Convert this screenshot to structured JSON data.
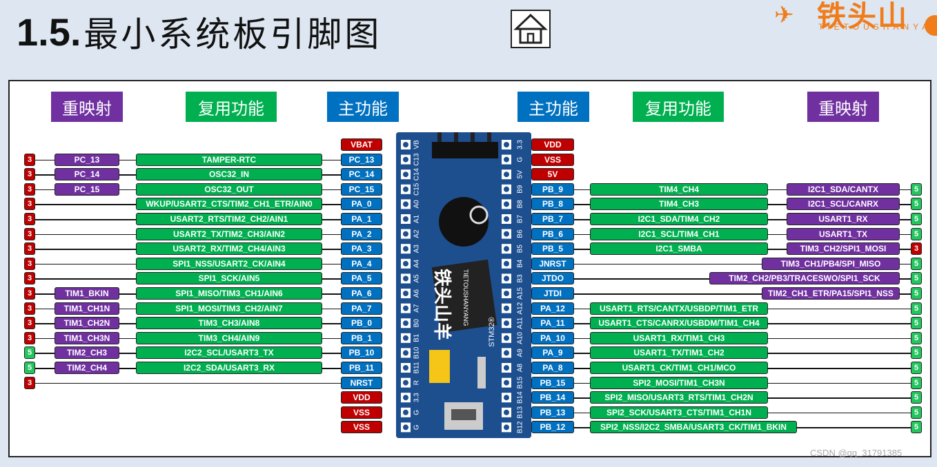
{
  "title": {
    "number": "1.5.",
    "text": "最小系统板引脚图"
  },
  "home_button": "home",
  "logo": {
    "name": "铁头山羊",
    "sub": "TIETOUSHANYANG"
  },
  "headers": {
    "left_remap": "重映射",
    "left_alt": "复用功能",
    "left_main": "主功能",
    "right_main": "主功能",
    "right_alt": "复用功能",
    "right_remap": "重映射"
  },
  "colors": {
    "purple": "#7030a0",
    "green": "#00b050",
    "blue": "#0070c0",
    "red": "#c00000",
    "board": "#1d4f8f"
  },
  "left_pins": [
    {
      "main": "VBAT",
      "color": "red"
    },
    {
      "main": "PC_13",
      "alt": "TAMPER-RTC",
      "remap": "PC_13",
      "tol": "3"
    },
    {
      "main": "PC_14",
      "alt": "OSC32_IN",
      "remap": "PC_14",
      "tol": "3"
    },
    {
      "main": "PC_15",
      "alt": "OSC32_OUT",
      "remap": "PC_15",
      "tol": "3"
    },
    {
      "main": "PA_0",
      "alt": "WKUP/USART2_CTS/TIM2_CH1_ETR/AIN0",
      "tol": "3"
    },
    {
      "main": "PA_1",
      "alt": "USART2_RTS/TIM2_CH2/AIN1",
      "tol": "3"
    },
    {
      "main": "PA_2",
      "alt": "USART2_TX/TIM2_CH3/AIN2",
      "tol": "3"
    },
    {
      "main": "PA_3",
      "alt": "USART2_RX/TIM2_CH4/AIN3",
      "tol": "3"
    },
    {
      "main": "PA_4",
      "alt": "SPI1_NSS/USART2_CK/AIN4",
      "tol": "3"
    },
    {
      "main": "PA_5",
      "alt": "SPI1_SCK/AIN5",
      "tol": "3"
    },
    {
      "main": "PA_6",
      "alt": "SPI1_MISO/TIM3_CH1/AIN6",
      "remap": "TIM1_BKIN",
      "tol": "3"
    },
    {
      "main": "PA_7",
      "alt": "SPI1_MOSI/TIM3_CH2/AIN7",
      "remap": "TIM1_CH1N",
      "tol": "3"
    },
    {
      "main": "PB_0",
      "alt": "TIM3_CH3/AIN8",
      "remap": "TIM1_CH2N",
      "tol": "3"
    },
    {
      "main": "PB_1",
      "alt": "TIM3_CH4/AIN9",
      "remap": "TIM1_CH3N",
      "tol": "3"
    },
    {
      "main": "PB_10",
      "alt": "I2C2_SCL/USART3_TX",
      "remap": "TIM2_CH3",
      "tol": "5"
    },
    {
      "main": "PB_11",
      "alt": "I2C2_SDA/USART3_RX",
      "remap": "TIM2_CH4",
      "tol": "5"
    },
    {
      "main": "NRST",
      "tol": "3"
    },
    {
      "main": "VDD",
      "color": "red"
    },
    {
      "main": "VSS",
      "color": "red"
    },
    {
      "main": "VSS",
      "color": "red"
    }
  ],
  "right_pins": [
    {
      "main": "VDD",
      "color": "red"
    },
    {
      "main": "VSS",
      "color": "red"
    },
    {
      "main": "5V",
      "color": "red"
    },
    {
      "main": "PB_9",
      "alt": "TIM4_CH4",
      "remap": "I2C1_SDA/CANTX",
      "tol": "5"
    },
    {
      "main": "PB_8",
      "alt": "TIM4_CH3",
      "remap": "I2C1_SCL/CANRX",
      "tol": "5"
    },
    {
      "main": "PB_7",
      "alt": "I2C1_SDA/TIM4_CH2",
      "remap": "USART1_RX",
      "tol": "5"
    },
    {
      "main": "PB_6",
      "alt": "I2C1_SCL/TIM4_CH1",
      "remap": "USART1_TX",
      "tol": "5"
    },
    {
      "main": "PB_5",
      "alt": "I2C1_SMBA",
      "remap": "TIM3_CH2/SPI1_MOSI",
      "tol": "3"
    },
    {
      "main": "JNRST",
      "remap": "TIM3_CH1/PB4/SPI_MISO",
      "tol": "5"
    },
    {
      "main": "JTDO",
      "remap": "TIM2_CH2/PB3/TRACESWO/SPI1_SCK",
      "tol": "5"
    },
    {
      "main": "JTDI",
      "remap": "TIM2_CH1_ETR/PA15/SPI1_NSS",
      "tol": "5"
    },
    {
      "main": "PA_12",
      "alt": "USART1_RTS/CANTX/USBDP/TIM1_ETR",
      "tol": "5"
    },
    {
      "main": "PA_11",
      "alt": "USART1_CTS/CANRX/USBDM/TIM1_CH4",
      "tol": "5"
    },
    {
      "main": "PA_10",
      "alt": "USART1_RX/TIM1_CH3",
      "tol": "5"
    },
    {
      "main": "PA_9",
      "alt": "USART1_TX/TIM1_CH2",
      "tol": "5"
    },
    {
      "main": "PA_8",
      "alt": "USART1_CK/TIM1_CH1/MCO",
      "tol": "5"
    },
    {
      "main": "PB_15",
      "alt": "SPI2_MOSI/TIM1_CH3N",
      "tol": "5"
    },
    {
      "main": "PB_14",
      "alt": "SPI2_MISO/USART3_RTS/TIM1_CH2N",
      "tol": "5"
    },
    {
      "main": "PB_13",
      "alt": "SPI2_SCK/USART3_CTS/TIM1_CH1N",
      "tol": "5"
    },
    {
      "main": "PB_12",
      "alt": "SPI2_NSS/I2C2_SMBA/USART3_CK/TIM1_BKIN",
      "tol": "5"
    }
  ],
  "board": {
    "left_labels": [
      "VB",
      "C13",
      "C14",
      "C15",
      "A0",
      "A1",
      "A2",
      "A3",
      "A4",
      "A5",
      "A6",
      "A7",
      "B0",
      "B1",
      "B10",
      "B11",
      "R",
      "3.3",
      "G",
      "G"
    ],
    "right_labels": [
      "3.3",
      "G",
      "5V",
      "B9",
      "B8",
      "B7",
      "B6",
      "B5",
      "B4",
      "B3",
      "A15",
      "A12",
      "A11",
      "A10",
      "A9",
      "A8",
      "B15",
      "B14",
      "B13",
      "B12"
    ],
    "brand": "铁头山羊",
    "brand_sub": "TIETOUSHANYANG",
    "chip": "STM32®"
  },
  "watermark": "CSDN @qq_31791385"
}
